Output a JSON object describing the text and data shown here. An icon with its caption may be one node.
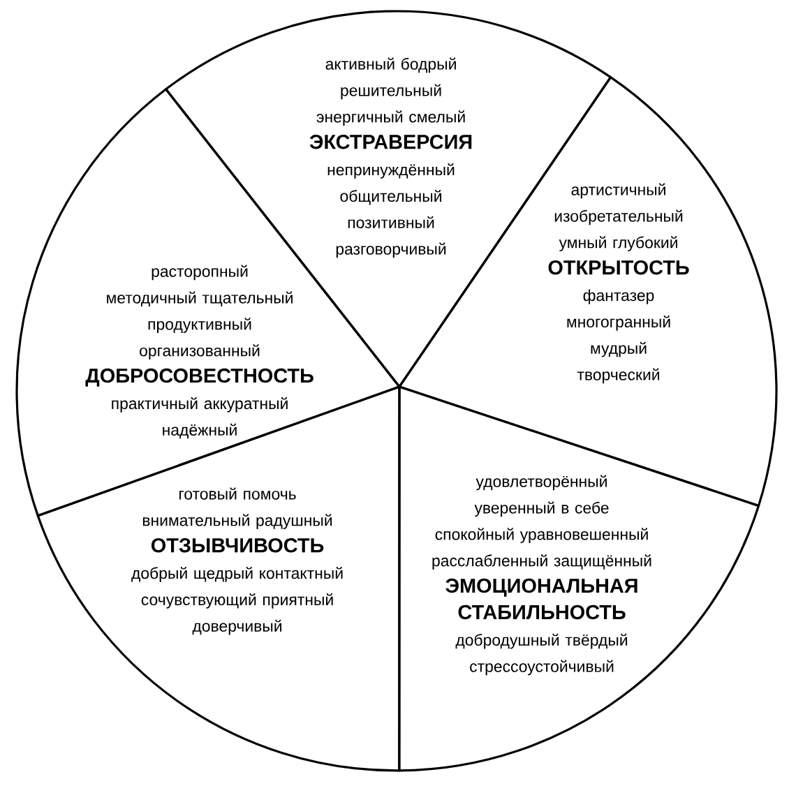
{
  "diagram": {
    "nodes": [
      {
        "text": [
          "активный бодрый",
          "решительный",
          "энергичный смелый",
          "ЭКСТРАВЕРСИЯ",
          "непринуждённый",
          "общительный",
          "позитивный",
          "разговорчивый"
        ]
      },
      {
        "text": [
          "артистичный",
          "изобретательный",
          "умный глубокий",
          "ОТКРЫТОСТЬ",
          "фантазер",
          "многогранный",
          "мудрый",
          "творческий"
        ]
      },
      {
        "text": [
          "расторопный",
          "методичный тщательный",
          "продуктивный",
          "организованный",
          "ДОБРОСОВЕСТНОСТЬ",
          "практичный аккуратный",
          "надёжный"
        ]
      },
      {
        "text": [
          "готовый помочь",
          "внимательный радушный",
          "ОТЗЫВЧИВОСТЬ",
          "добрый щедрый контактный",
          "сочувствующий приятный",
          "доверчивый"
        ]
      },
      {
        "text": [
          "удовлетворённый",
          "уверенный в себе",
          "спокойный уравновешенный",
          "расслабленный защищённый",
          "ЭМОЦИОНАЛЬНАЯ СТАБИЛЬНОСТЬ",
          "добродушный твёрдый",
          "стрессоустойчивый"
        ]
      }
    ]
  }
}
